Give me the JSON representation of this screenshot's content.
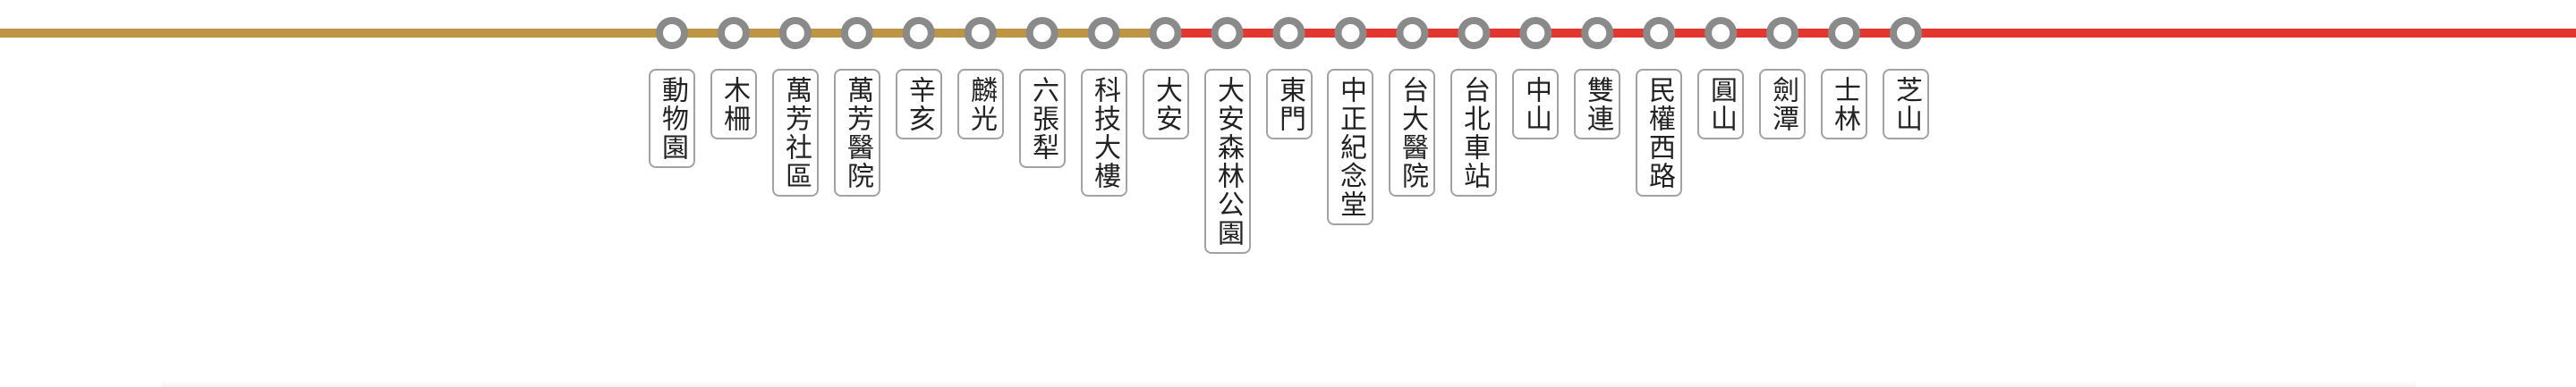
{
  "line": {
    "segments": [
      {
        "color": "#bd9543",
        "from_index": 0,
        "to_index": 8,
        "extends_left": true
      },
      {
        "color": "#e3362e",
        "from_index": 8,
        "to_index": 20,
        "extends_right": true
      }
    ]
  },
  "stations": [
    {
      "id": "zoo",
      "name": "動物園"
    },
    {
      "id": "muzha",
      "name": "木柵"
    },
    {
      "id": "wanfang-community",
      "name": "萬芳社區"
    },
    {
      "id": "wanfang-hospital",
      "name": "萬芳醫院"
    },
    {
      "id": "xinhai",
      "name": "辛亥"
    },
    {
      "id": "linguang",
      "name": "麟光"
    },
    {
      "id": "liuzhangli",
      "name": "六張犁"
    },
    {
      "id": "technology-building",
      "name": "科技大樓"
    },
    {
      "id": "daan",
      "name": "大安"
    },
    {
      "id": "daan-park",
      "name": "大安森林公園"
    },
    {
      "id": "dongmen",
      "name": "東門"
    },
    {
      "id": "cks-memorial-hall",
      "name": "中正紀念堂"
    },
    {
      "id": "ntu-hospital",
      "name": "台大醫院"
    },
    {
      "id": "taipei-main-station",
      "name": "台北車站"
    },
    {
      "id": "zhongshan",
      "name": "中山"
    },
    {
      "id": "shuanglian",
      "name": "雙連"
    },
    {
      "id": "minquan-w-rd",
      "name": "民權西路"
    },
    {
      "id": "yuanshan",
      "name": "圓山"
    },
    {
      "id": "jiantan",
      "name": "劍潭"
    },
    {
      "id": "shilin",
      "name": "士林"
    },
    {
      "id": "zhishan",
      "name": "芝山"
    }
  ],
  "marker": {
    "fill": "#ffffff",
    "ring": "#8a8a8a"
  }
}
